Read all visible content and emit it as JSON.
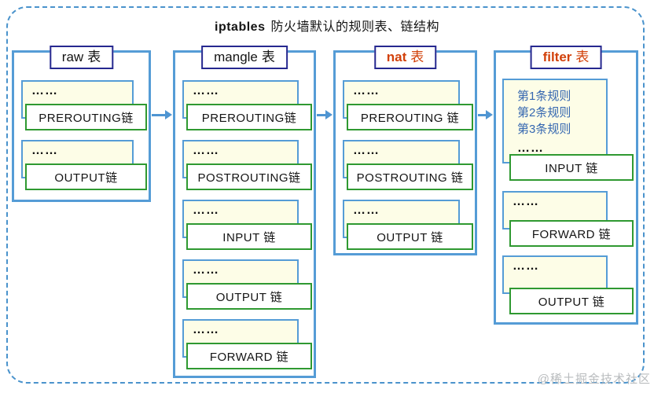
{
  "title": {
    "keyword": "iptables",
    "text": "防火墙默认的规则表、链结构"
  },
  "watermark": "@稀土掘金技术社区",
  "colors": {
    "outer_dashed_border": "#4a93cc",
    "column_border": "#559cd6",
    "header_border": "#26288f",
    "header_accent_text": "#d2410a",
    "note_background": "#fdfde7",
    "note_border": "#559cd6",
    "chain_border": "#2f9931",
    "rules_text": "#3567b0",
    "arrow": "#4f95d2",
    "watermark_text": "#b9bcbe"
  },
  "tables": [
    {
      "id": "raw",
      "header": {
        "name": "raw",
        "suffix": "表"
      },
      "chains": [
        {
          "dots": "……",
          "label": "PREROUTING链"
        },
        {
          "dots": "……",
          "label": "OUTPUT链"
        }
      ]
    },
    {
      "id": "mangle",
      "header": {
        "name": "mangle",
        "suffix": "表"
      },
      "chains": [
        {
          "dots": "……",
          "label": "PREROUTING链"
        },
        {
          "dots": "……",
          "label": "POSTROUTING链"
        },
        {
          "dots": "……",
          "label": "INPUT 链"
        },
        {
          "dots": "……",
          "label": "OUTPUT 链"
        },
        {
          "dots": "……",
          "label": "FORWARD 链"
        }
      ]
    },
    {
      "id": "nat",
      "header": {
        "name": "nat",
        "suffix": "表"
      },
      "chains": [
        {
          "dots": "……",
          "label": "PREROUTING 链"
        },
        {
          "dots": "……",
          "label": "POSTROUTING 链"
        },
        {
          "dots": "……",
          "label": "OUTPUT 链"
        }
      ]
    },
    {
      "id": "filter",
      "header": {
        "name": "filter",
        "suffix": "表"
      },
      "rules": [
        "第1条规则",
        "第2条规则",
        "第3条规则",
        "……"
      ],
      "chains": [
        {
          "label": "INPUT 链"
        },
        {
          "dots": "……",
          "label": "FORWARD 链"
        },
        {
          "dots": "……",
          "label": "OUTPUT 链"
        }
      ]
    }
  ]
}
